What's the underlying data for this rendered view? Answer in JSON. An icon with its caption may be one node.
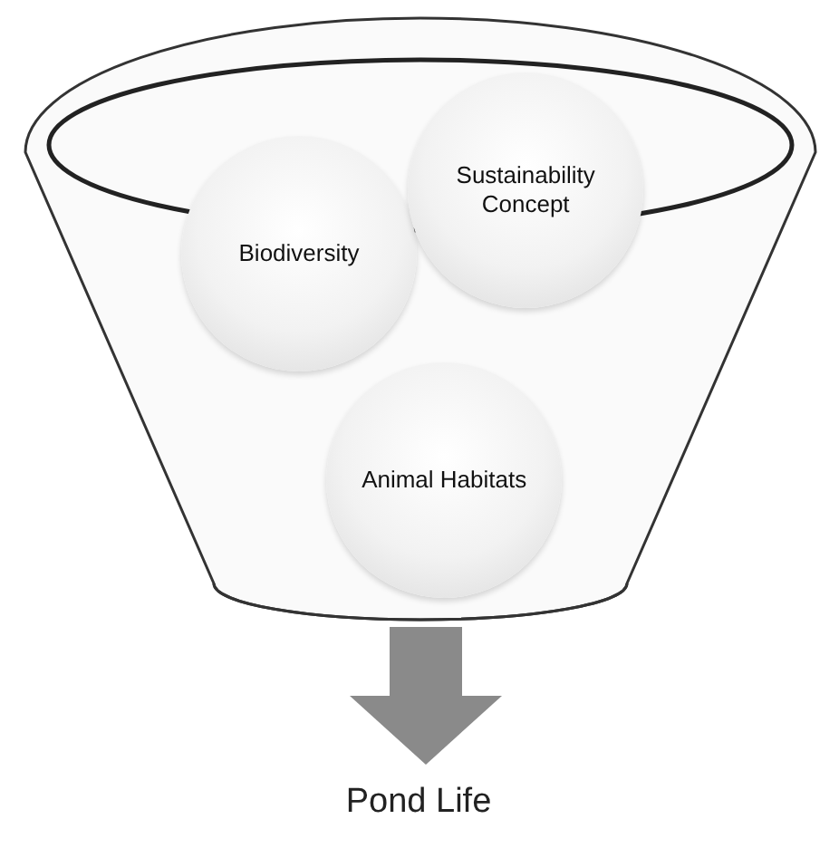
{
  "diagram": {
    "nodes": [
      {
        "text": [],
        "shape": "funnel"
      },
      {
        "text": [
          "Biodiversity"
        ],
        "in": 0
      },
      {
        "text": [
          "Sustainability Concept"
        ],
        "in": 0
      },
      {
        "text": [
          "Animal Habitats"
        ],
        "in": 0
      },
      {
        "text": [
          "Pond Life"
        ]
      }
    ],
    "edges": [
      {
        "from": 0,
        "to": 4,
        "arrow": "to"
      }
    ]
  }
}
